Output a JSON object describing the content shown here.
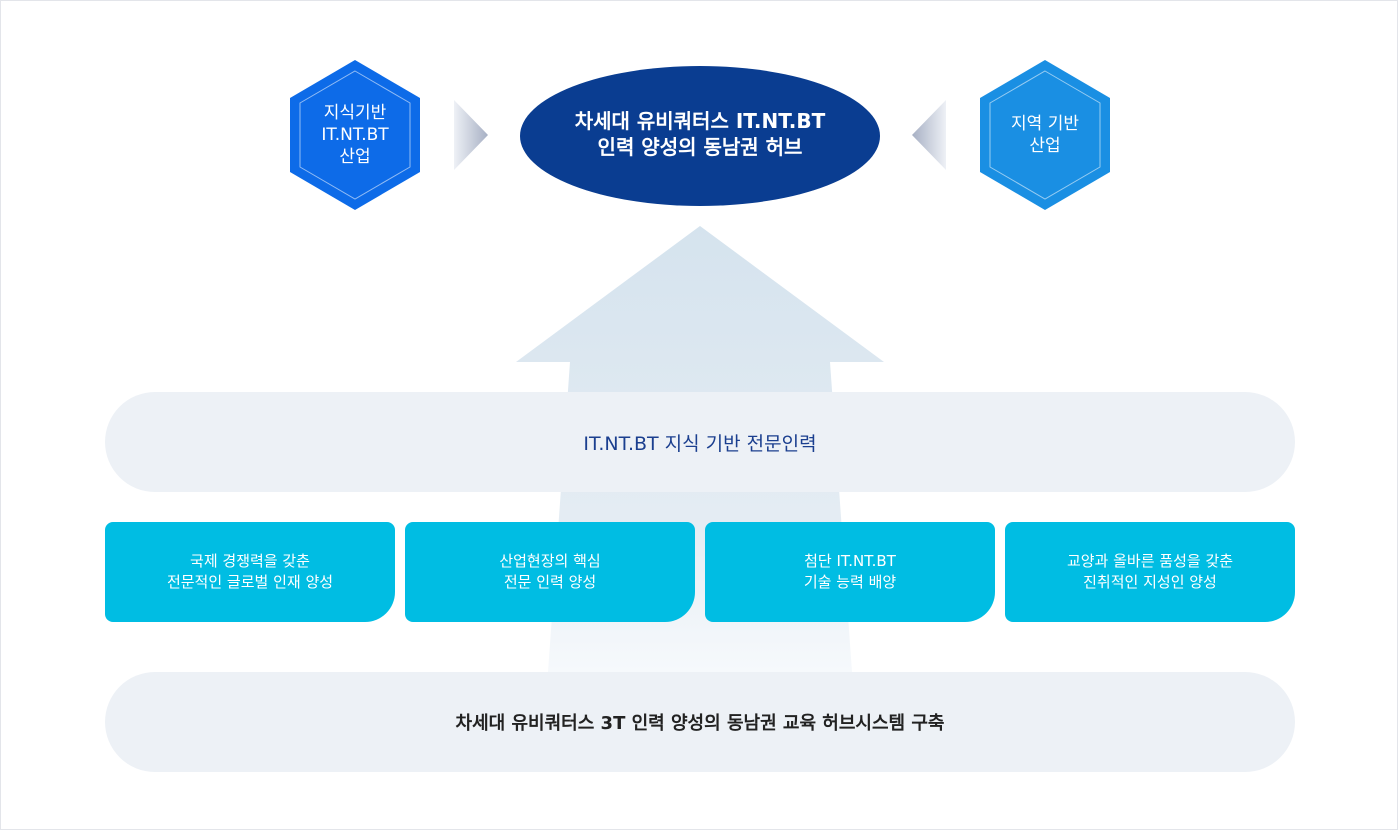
{
  "hub": {
    "line1": "차세대 유비쿼터스 IT.NT.BT",
    "line2": "인력 양성의 동남권 허브"
  },
  "left_hex": {
    "line1": "지식기반",
    "line2": "IT.NT.BT",
    "line3": "산업"
  },
  "right_hex": {
    "line1": "지역 기반",
    "line2": "산업"
  },
  "top_band": "IT.NT.BT 지식 기반 전문인력",
  "cards": [
    {
      "line1": "국제 경쟁력을 갖춘",
      "line2": "전문적인 글로벌 인재 양성"
    },
    {
      "line1": "산업현장의 핵심",
      "line2": "전문 인력 양성"
    },
    {
      "line1": "첨단 IT.NT.BT",
      "line2": "기술 능력 배양"
    },
    {
      "line1": "교양과 올바른 품성을 갖춘",
      "line2": "진취적인 지성인 양성"
    }
  ],
  "bottom_band": "차세대 유비쿼터스 3T 인력 양성의 동남권 교육 허브시스템 구축",
  "colors": {
    "hub": "#0a3d91",
    "left_hex": "#0d6be8",
    "right_hex": "#1a8fe3",
    "cards": "#00bde3",
    "bands": "#edf1f6",
    "arrow": "#d6e4ee"
  }
}
